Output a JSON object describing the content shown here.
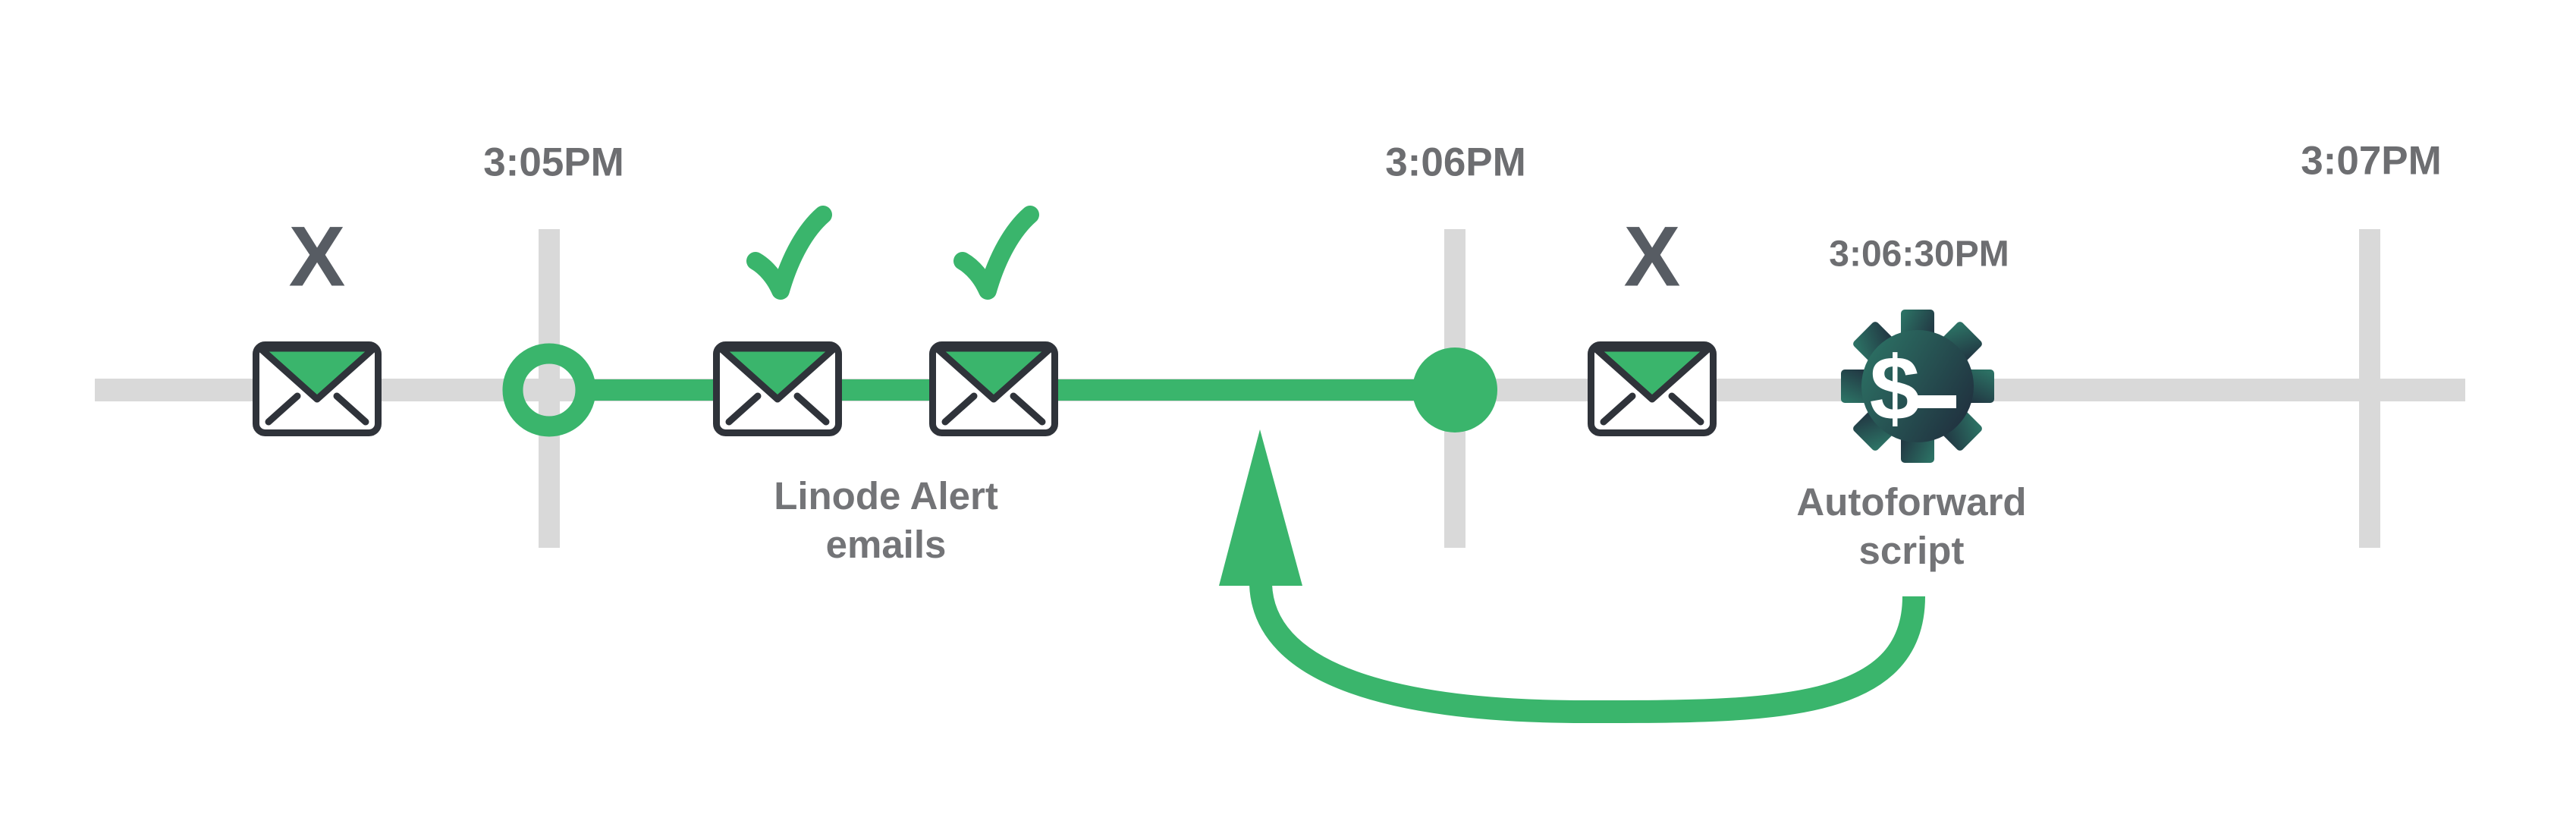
{
  "diagram": {
    "type": "timeline",
    "colors": {
      "green": "#3ab56c",
      "line-gray": "#d9d9d9",
      "timestamp-gray": "#6d6e71",
      "label-gray": "#737477",
      "xmark-gray": "#575c63",
      "outline-dark": "#2f333a",
      "white": "#ffffff",
      "gear-teal": "#2c7164",
      "gear-slate": "#202f3e"
    },
    "axis": {
      "ticks": [
        {
          "label": "3:05PM"
        },
        {
          "label": "3:06PM"
        },
        {
          "label": "3:07PM"
        }
      ]
    },
    "events": [
      {
        "icon": "envelope-icon",
        "status": "x-mark-icon",
        "status_symbol": "X"
      },
      {
        "icon": "envelope-icon",
        "status": "checkmark-icon"
      },
      {
        "icon": "envelope-icon",
        "status": "checkmark-icon"
      },
      {
        "icon": "envelope-icon",
        "status": "x-mark-icon",
        "status_symbol": "X"
      }
    ],
    "alert_label": {
      "line1": "Linode Alert",
      "line2": "emails"
    },
    "script_node": {
      "timestamp": "3:06:30PM",
      "icon": "gear-shell-icon",
      "dollar_sign": "$",
      "label_line1": "Autoforward",
      "label_line2": "script"
    }
  }
}
